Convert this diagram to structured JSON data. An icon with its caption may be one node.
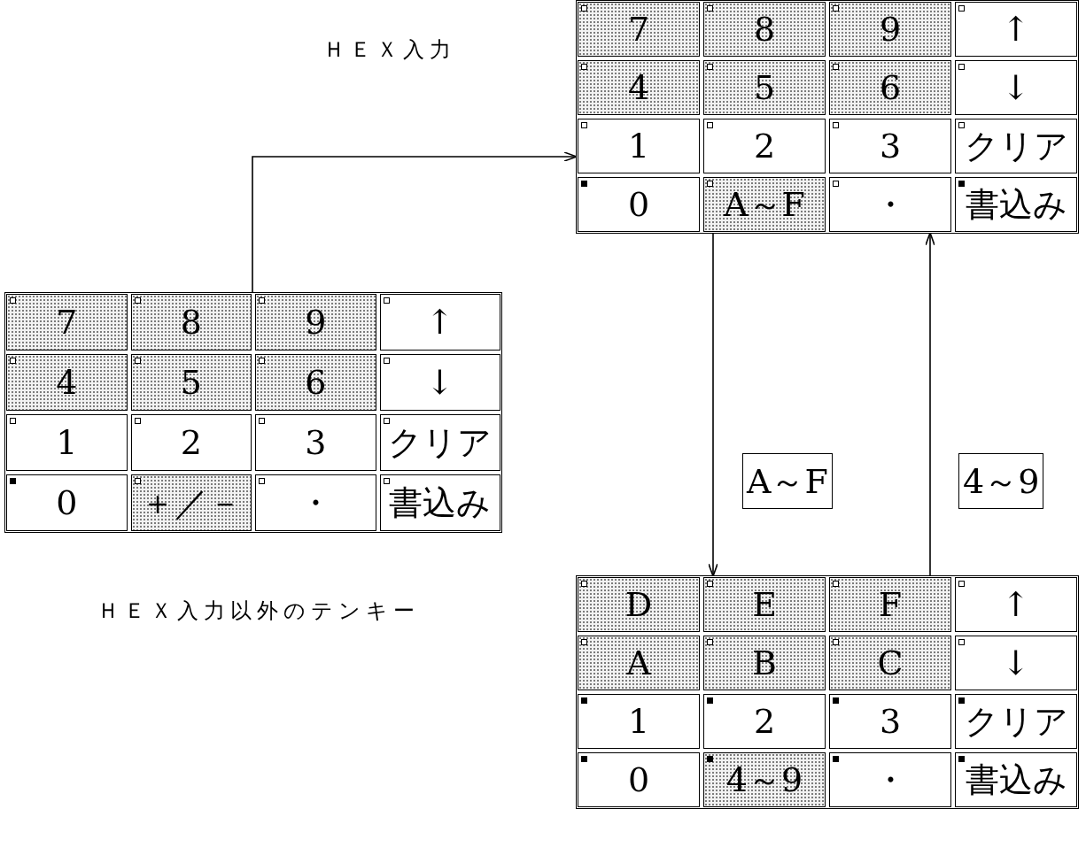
{
  "diagram": {
    "nodes": [
      {
        "text": [],
        "shape": "box",
        "beside": [
          "ＨＥＸ入力以外のテンキー"
        ]
      },
      {
        "text": [
          "7"
        ],
        "in": 0
      },
      {
        "text": [
          "8"
        ],
        "in": 0
      },
      {
        "text": [
          "9"
        ],
        "in": 0
      },
      {
        "text": [
          "↑"
        ],
        "in": 0
      },
      {
        "text": [
          "4"
        ],
        "in": 0
      },
      {
        "text": [
          "5"
        ],
        "in": 0
      },
      {
        "text": [
          "6"
        ],
        "in": 0
      },
      {
        "text": [
          "↓"
        ],
        "in": 0
      },
      {
        "text": [
          "1"
        ],
        "in": 0
      },
      {
        "text": [
          "2"
        ],
        "in": 0
      },
      {
        "text": [
          "3"
        ],
        "in": 0
      },
      {
        "text": [
          "クリア"
        ],
        "in": 0
      },
      {
        "text": [
          "0"
        ],
        "in": 0
      },
      {
        "text": [
          "＋／－"
        ],
        "in": 0
      },
      {
        "text": [
          "・"
        ],
        "in": 0
      },
      {
        "text": [
          "書込み"
        ],
        "in": 0
      },
      {
        "text": [],
        "shape": "box"
      },
      {
        "text": [
          "7"
        ],
        "in": 17
      },
      {
        "text": [
          "8"
        ],
        "in": 17
      },
      {
        "text": [
          "9"
        ],
        "in": 17
      },
      {
        "text": [
          "↑"
        ],
        "in": 17
      },
      {
        "text": [
          "4"
        ],
        "in": 17
      },
      {
        "text": [
          "5"
        ],
        "in": 17
      },
      {
        "text": [
          "6"
        ],
        "in": 17
      },
      {
        "text": [
          "↓"
        ],
        "in": 17
      },
      {
        "text": [
          "1"
        ],
        "in": 17
      },
      {
        "text": [
          "2"
        ],
        "in": 17
      },
      {
        "text": [
          "3"
        ],
        "in": 17
      },
      {
        "text": [
          "クリア"
        ],
        "in": 17
      },
      {
        "text": [
          "0"
        ],
        "in": 17
      },
      {
        "text": [
          "A～F"
        ],
        "in": 17
      },
      {
        "text": [
          "・"
        ],
        "in": 17
      },
      {
        "text": [
          "書込み"
        ],
        "in": 17
      },
      {
        "text": [],
        "shape": "box"
      },
      {
        "text": [
          "D"
        ],
        "in": 34
      },
      {
        "text": [
          "E"
        ],
        "in": 34
      },
      {
        "text": [
          "F"
        ],
        "in": 34
      },
      {
        "text": [
          "↑"
        ],
        "in": 34
      },
      {
        "text": [
          "A"
        ],
        "in": 34
      },
      {
        "text": [
          "B"
        ],
        "in": 34
      },
      {
        "text": [
          "C"
        ],
        "in": 34
      },
      {
        "text": [
          "↓"
        ],
        "in": 34
      },
      {
        "text": [
          "1"
        ],
        "in": 34
      },
      {
        "text": [
          "2"
        ],
        "in": 34
      },
      {
        "text": [
          "3"
        ],
        "in": 34
      },
      {
        "text": [
          "クリア"
        ],
        "in": 34
      },
      {
        "text": [
          "0"
        ],
        "in": 34
      },
      {
        "text": [
          "4～9"
        ],
        "in": 34
      },
      {
        "text": [
          "・"
        ],
        "in": 34
      },
      {
        "text": [
          "書込み"
        ],
        "in": 34
      }
    ],
    "edges": [
      {
        "from": 0,
        "to": 17,
        "arrow": "to",
        "label": "ＨＥＸ入力"
      },
      {
        "from": 17,
        "to": 34,
        "arrow": "to",
        "label": "A～F"
      },
      {
        "from": 34,
        "to": 17,
        "arrow": "to",
        "label": "4～9"
      }
    ]
  }
}
